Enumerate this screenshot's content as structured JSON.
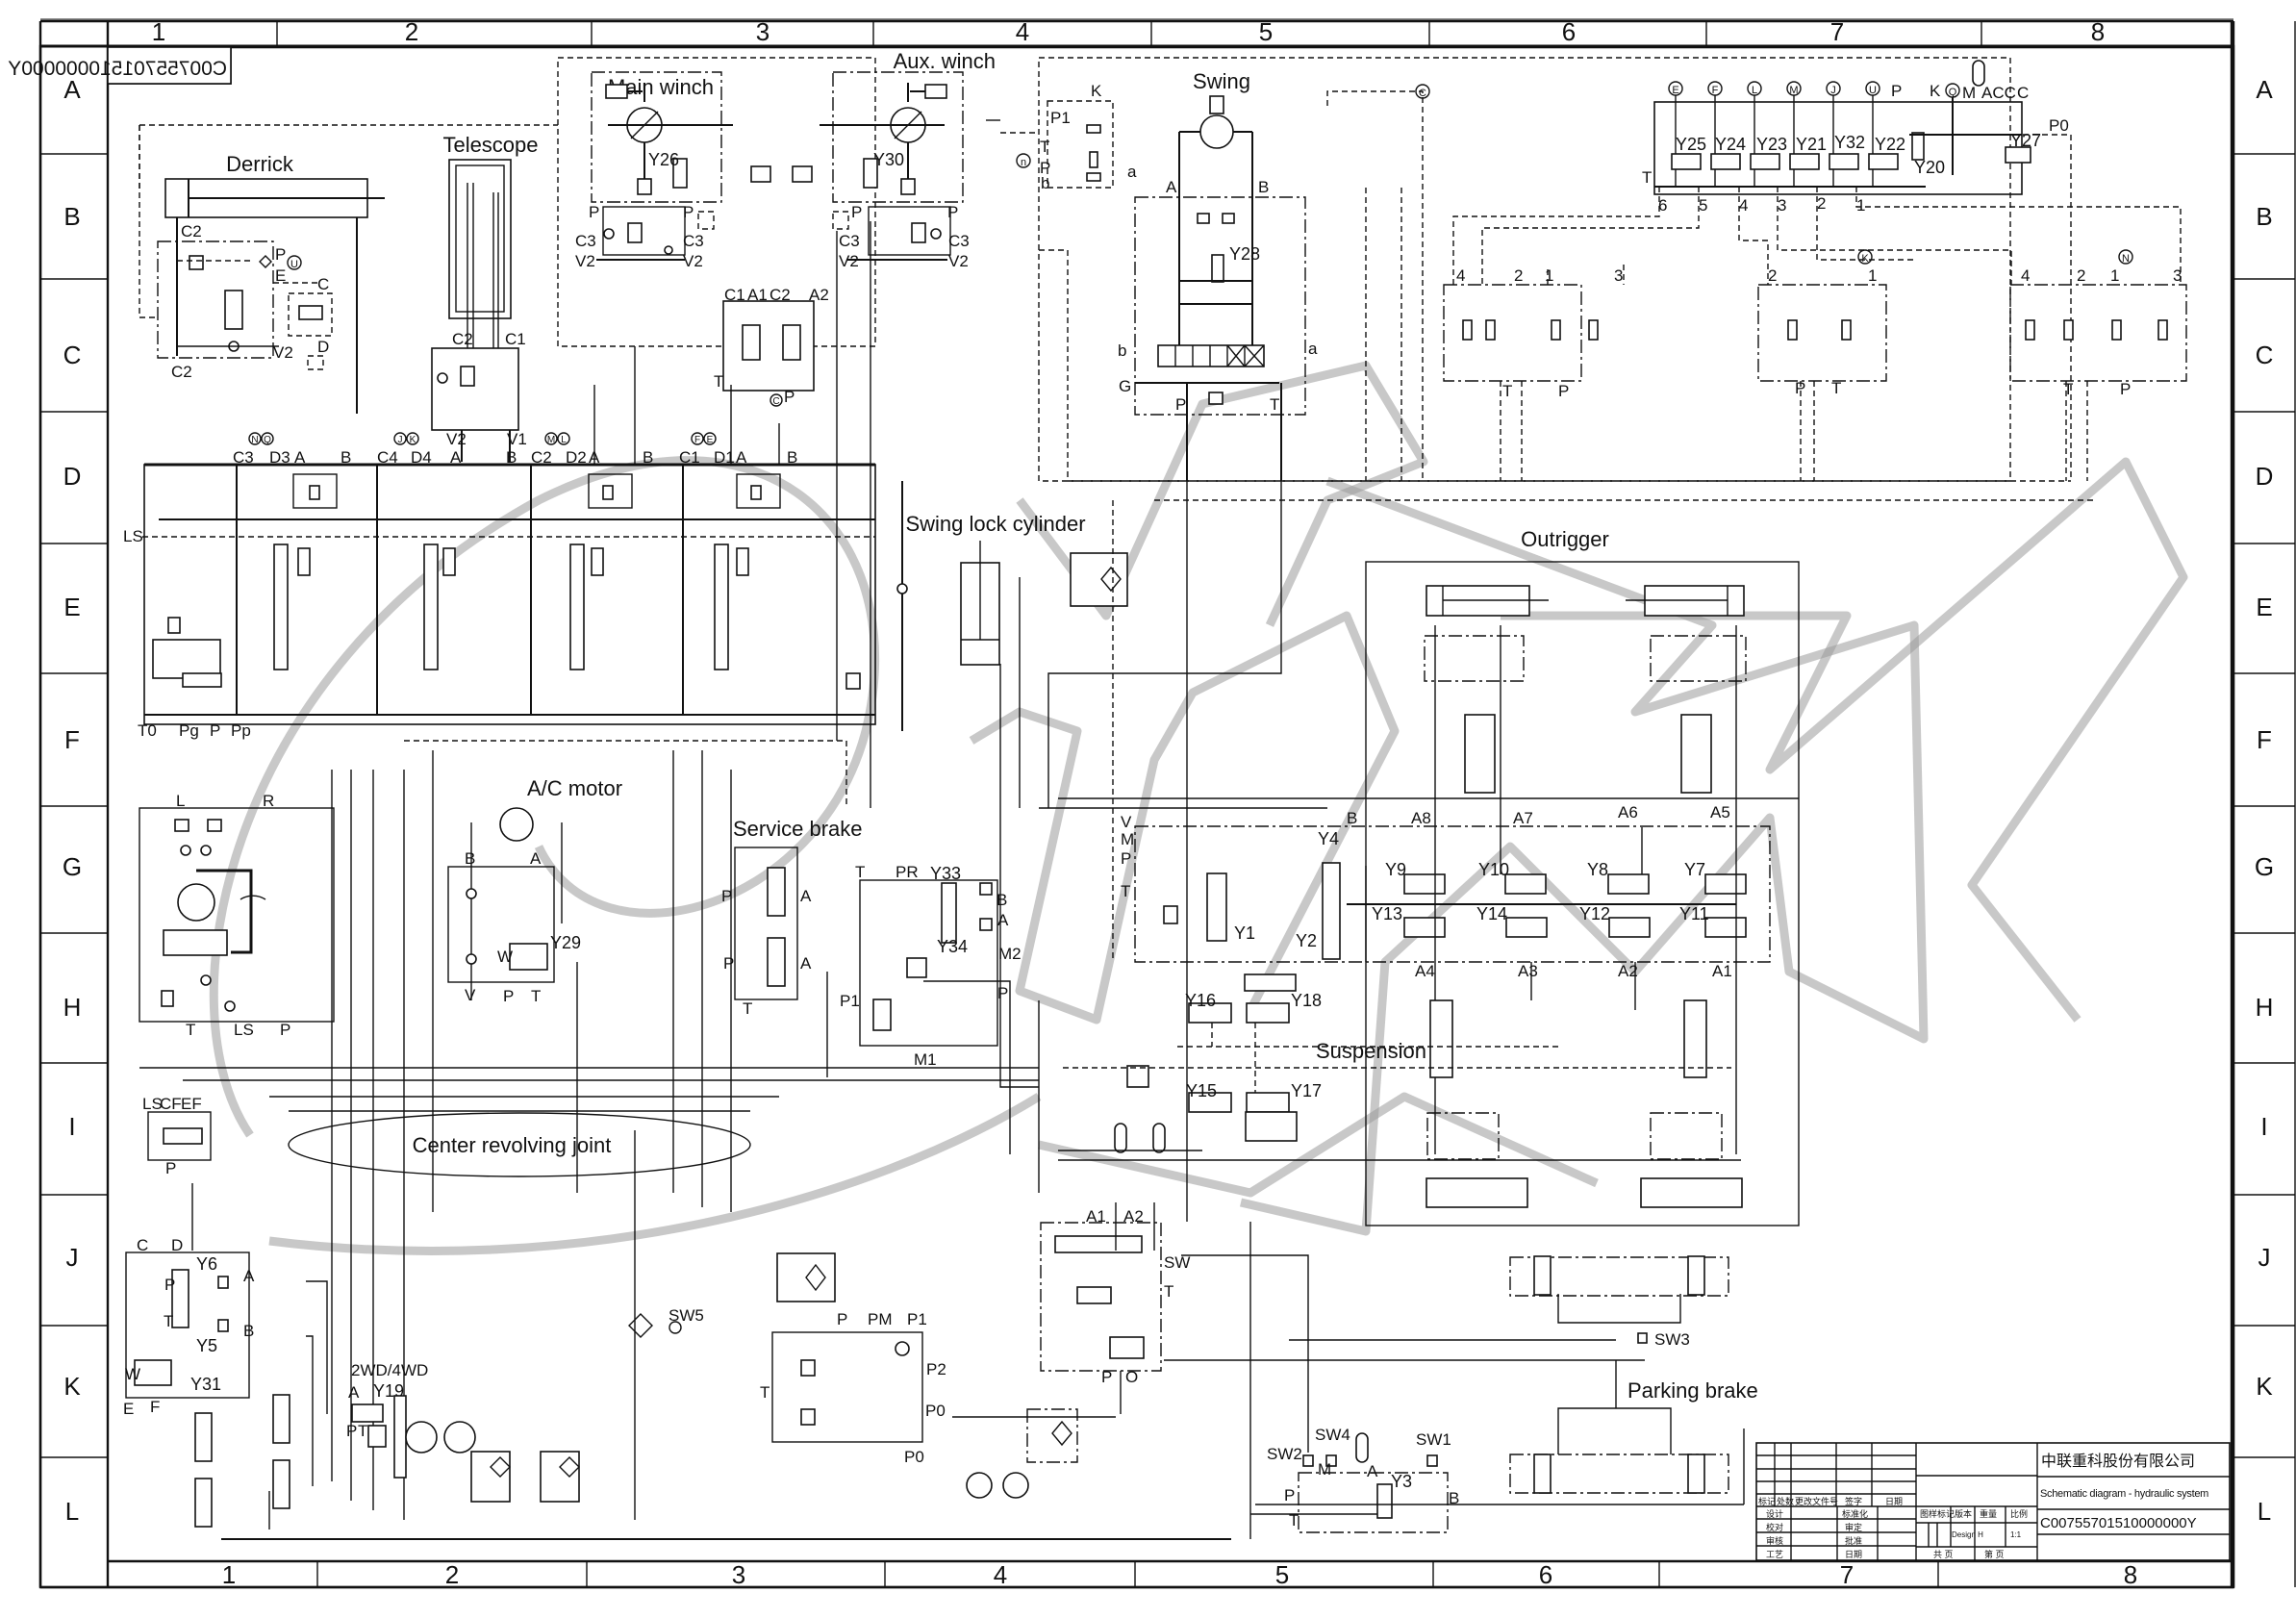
{
  "drawing": {
    "code_mirrored": "C00755701510000000Y",
    "code": "C00755701510000000Y"
  },
  "grid": {
    "columns_top": [
      "1",
      "2",
      "3",
      "4",
      "5",
      "6",
      "7",
      "8"
    ],
    "columns_bottom": [
      "1",
      "2",
      "3",
      "4",
      "5",
      "6",
      "7",
      "8"
    ],
    "rows": [
      "A",
      "B",
      "C",
      "D",
      "E",
      "F",
      "G",
      "H",
      "I",
      "J",
      "K",
      "L"
    ]
  },
  "sections": {
    "derrick": "Derrick",
    "telescope": "Telescope",
    "main_winch": "Main winch",
    "aux_winch": "Aux. winch",
    "swing": "Swing",
    "swing_lock": "Swing lock cylinder",
    "outrigger": "Outrigger",
    "ac_motor": "A/C motor",
    "service_brake": "Service brake",
    "suspension": "Suspension",
    "center_joint": "Center revolving joint",
    "parking_brake": "Parking brake",
    "drive_mode": "2WD/4WD"
  },
  "coils": {
    "y25": "Y25",
    "y24": "Y24",
    "y23": "Y23",
    "y21": "Y21",
    "y32": "Y32",
    "y22": "Y22",
    "y20": "Y20",
    "y27": "Y27",
    "y26": "Y26",
    "y30": "Y30",
    "y28": "Y28",
    "y29": "Y29",
    "y33": "Y33",
    "y34": "Y34",
    "y1": "Y1",
    "y2": "Y2",
    "y4": "Y4",
    "y9": "Y9",
    "y10": "Y10",
    "y8": "Y8",
    "y7": "Y7",
    "y13": "Y13",
    "y14": "Y14",
    "y12": "Y12",
    "y11": "Y11",
    "y16": "Y16",
    "y18": "Y18",
    "y15": "Y15",
    "y17": "Y17",
    "y6": "Y6",
    "y5": "Y5",
    "y31": "Y31",
    "y19": "Y19",
    "y3": "Y3"
  },
  "switches": {
    "sw1": "SW1",
    "sw2": "SW2",
    "sw3": "SW3",
    "sw4": "SW4",
    "sw5": "SW5",
    "sw": "SW"
  },
  "pilot_block": {
    "circles": [
      "E",
      "F",
      "L",
      "M",
      "J",
      "U"
    ],
    "ports": {
      "p": "P",
      "k": "K",
      "q": "Q",
      "m": "M",
      "acc": "ACC",
      "c": "C",
      "p0": "P0",
      "t": "T"
    },
    "outlets": [
      "6",
      "5",
      "4",
      "3",
      "2",
      "1"
    ]
  },
  "joysticks": {
    "left": {
      "ports": [
        "4",
        "2",
        "1",
        "3"
      ],
      "bottom": [
        "T",
        "P"
      ]
    },
    "middle": {
      "ports": [
        "2",
        "1"
      ],
      "bottom": [
        "P",
        "T"
      ],
      "tag": "K"
    },
    "right": {
      "ports": [
        "4",
        "2",
        "1",
        "3"
      ],
      "bottom": [
        "T",
        "P"
      ],
      "tag": "N"
    }
  },
  "main_valve": {
    "sections": [
      {
        "ports": [
          "C3",
          "D3",
          "A",
          "B"
        ],
        "tags": [
          "N",
          "Q"
        ]
      },
      {
        "ports": [
          "C4",
          "D4",
          "A",
          "B"
        ],
        "tags": [
          "J",
          "K"
        ]
      },
      {
        "ports": [
          "C2",
          "D2",
          "A",
          "B"
        ],
        "tags": [
          "M",
          "L"
        ]
      },
      {
        "ports": [
          "C1",
          "D1",
          "A",
          "B"
        ],
        "tags": [
          "F",
          "E"
        ]
      }
    ],
    "side": {
      "ls": "LS",
      "t0": "T0",
      "pg": "Pg",
      "p": "P",
      "pp": "Pp"
    }
  },
  "winch_ports": {
    "p": "P",
    "c3": "C3",
    "v2": "V2"
  },
  "winch_valve": {
    "ports": [
      "C1",
      "A1",
      "C2",
      "A2"
    ],
    "t": "T",
    "p": "P",
    "c": "C"
  },
  "derrick_ports": {
    "c2": "C2",
    "p": "P",
    "u": "U",
    "e": "E",
    "c": "C",
    "d": "D",
    "v2": "V2"
  },
  "telescope_ports": {
    "c2": "C2",
    "c1": "C1",
    "v2": "V2",
    "v1": "V1"
  },
  "swing_ports": {
    "k": "K",
    "p1": "P1",
    "t": "T",
    "n": "n",
    "p": "P",
    "b": "b",
    "a": "a",
    "A": "A",
    "B": "B",
    "g": "G",
    "T": "T",
    "P": "P"
  },
  "outrigger_ports": {
    "b": "B",
    "top": [
      "A8",
      "A7",
      "A6",
      "A5"
    ],
    "bottom": [
      "A4",
      "A3",
      "A2",
      "A1"
    ],
    "left": [
      "V",
      "M",
      "P",
      "T"
    ]
  },
  "steering": {
    "l": "L",
    "r": "R",
    "t": "T",
    "ls": "LS",
    "p": "P",
    "priority": [
      "LS",
      "CF",
      "EF",
      "P"
    ]
  },
  "ac_ports": {
    "b": "B",
    "a": "A",
    "w": "W",
    "v": "V",
    "p": "P",
    "t": "T"
  },
  "brake_ports": {
    "p": "P",
    "a": "A",
    "t": "T",
    "pr": "PR",
    "B": "B",
    "A": "A",
    "m2": "M2",
    "p1": "P1",
    "P": "P",
    "m1": "M1"
  },
  "axle_lock": {
    "ports": [
      "C",
      "D",
      "P",
      "T",
      "A",
      "B",
      "W",
      "E",
      "F"
    ]
  },
  "drive_ports": {
    "a": "A",
    "p": "P",
    "t": "T"
  },
  "pump_block": {
    "ports": [
      "P",
      "PM",
      "P1",
      "P2",
      "T",
      "P0",
      "P0"
    ]
  },
  "charge_valve": {
    "ports": [
      "A1",
      "A2",
      "SW",
      "T",
      "P",
      "O"
    ]
  },
  "park_block": {
    "ports": [
      "M",
      "A",
      "P",
      "T",
      "B"
    ]
  },
  "title_block": {
    "company": "中联重科股份有限公司",
    "title": "Schematic diagram - hydraulic system",
    "drawing_no": "C00755701510000000Y",
    "rev_headers": [
      "标记",
      "处数",
      "更改文件号",
      "签字",
      "日期"
    ],
    "roles_left": [
      "设计",
      "校对",
      "审核",
      "工艺"
    ],
    "roles_mid": [
      "标准化",
      "审定",
      "批准",
      "日期"
    ],
    "meta_headers": [
      "图样标记",
      "版本",
      "重量",
      "比例"
    ],
    "version": "Design H",
    "scale": "1:1",
    "sheets_total": "共 页",
    "sheet_no": "第 页"
  }
}
